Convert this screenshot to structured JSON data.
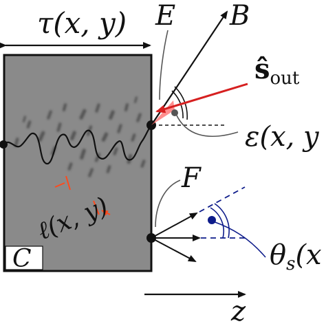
{
  "labels": {
    "tau": "τ(x, y)",
    "E": "E",
    "B": "B",
    "s_out_main": "ŝ",
    "s_out_sub": "out",
    "epsilon": "ε(x, y",
    "F": "F",
    "ell": "ℓ(x, y)",
    "C": "C",
    "theta_main": "θ",
    "theta_sub": "s",
    "theta_rest": "(x",
    "z": "z"
  },
  "colors": {
    "slab_fill": "#8a8a8a",
    "slab_stroke": "#111111",
    "ray_black": "#111111",
    "s_out_red": "#d62020",
    "marker_orange": "#ff4a1c",
    "theta_navy": "#0d1b8a",
    "dash_navy": "#0d1b8a",
    "leader_gray": "#555555",
    "background": "#ffffff"
  },
  "icons": {
    "scatter_pattern": "dark-streak-texture",
    "boundary_curve": "rough-interface-line"
  }
}
